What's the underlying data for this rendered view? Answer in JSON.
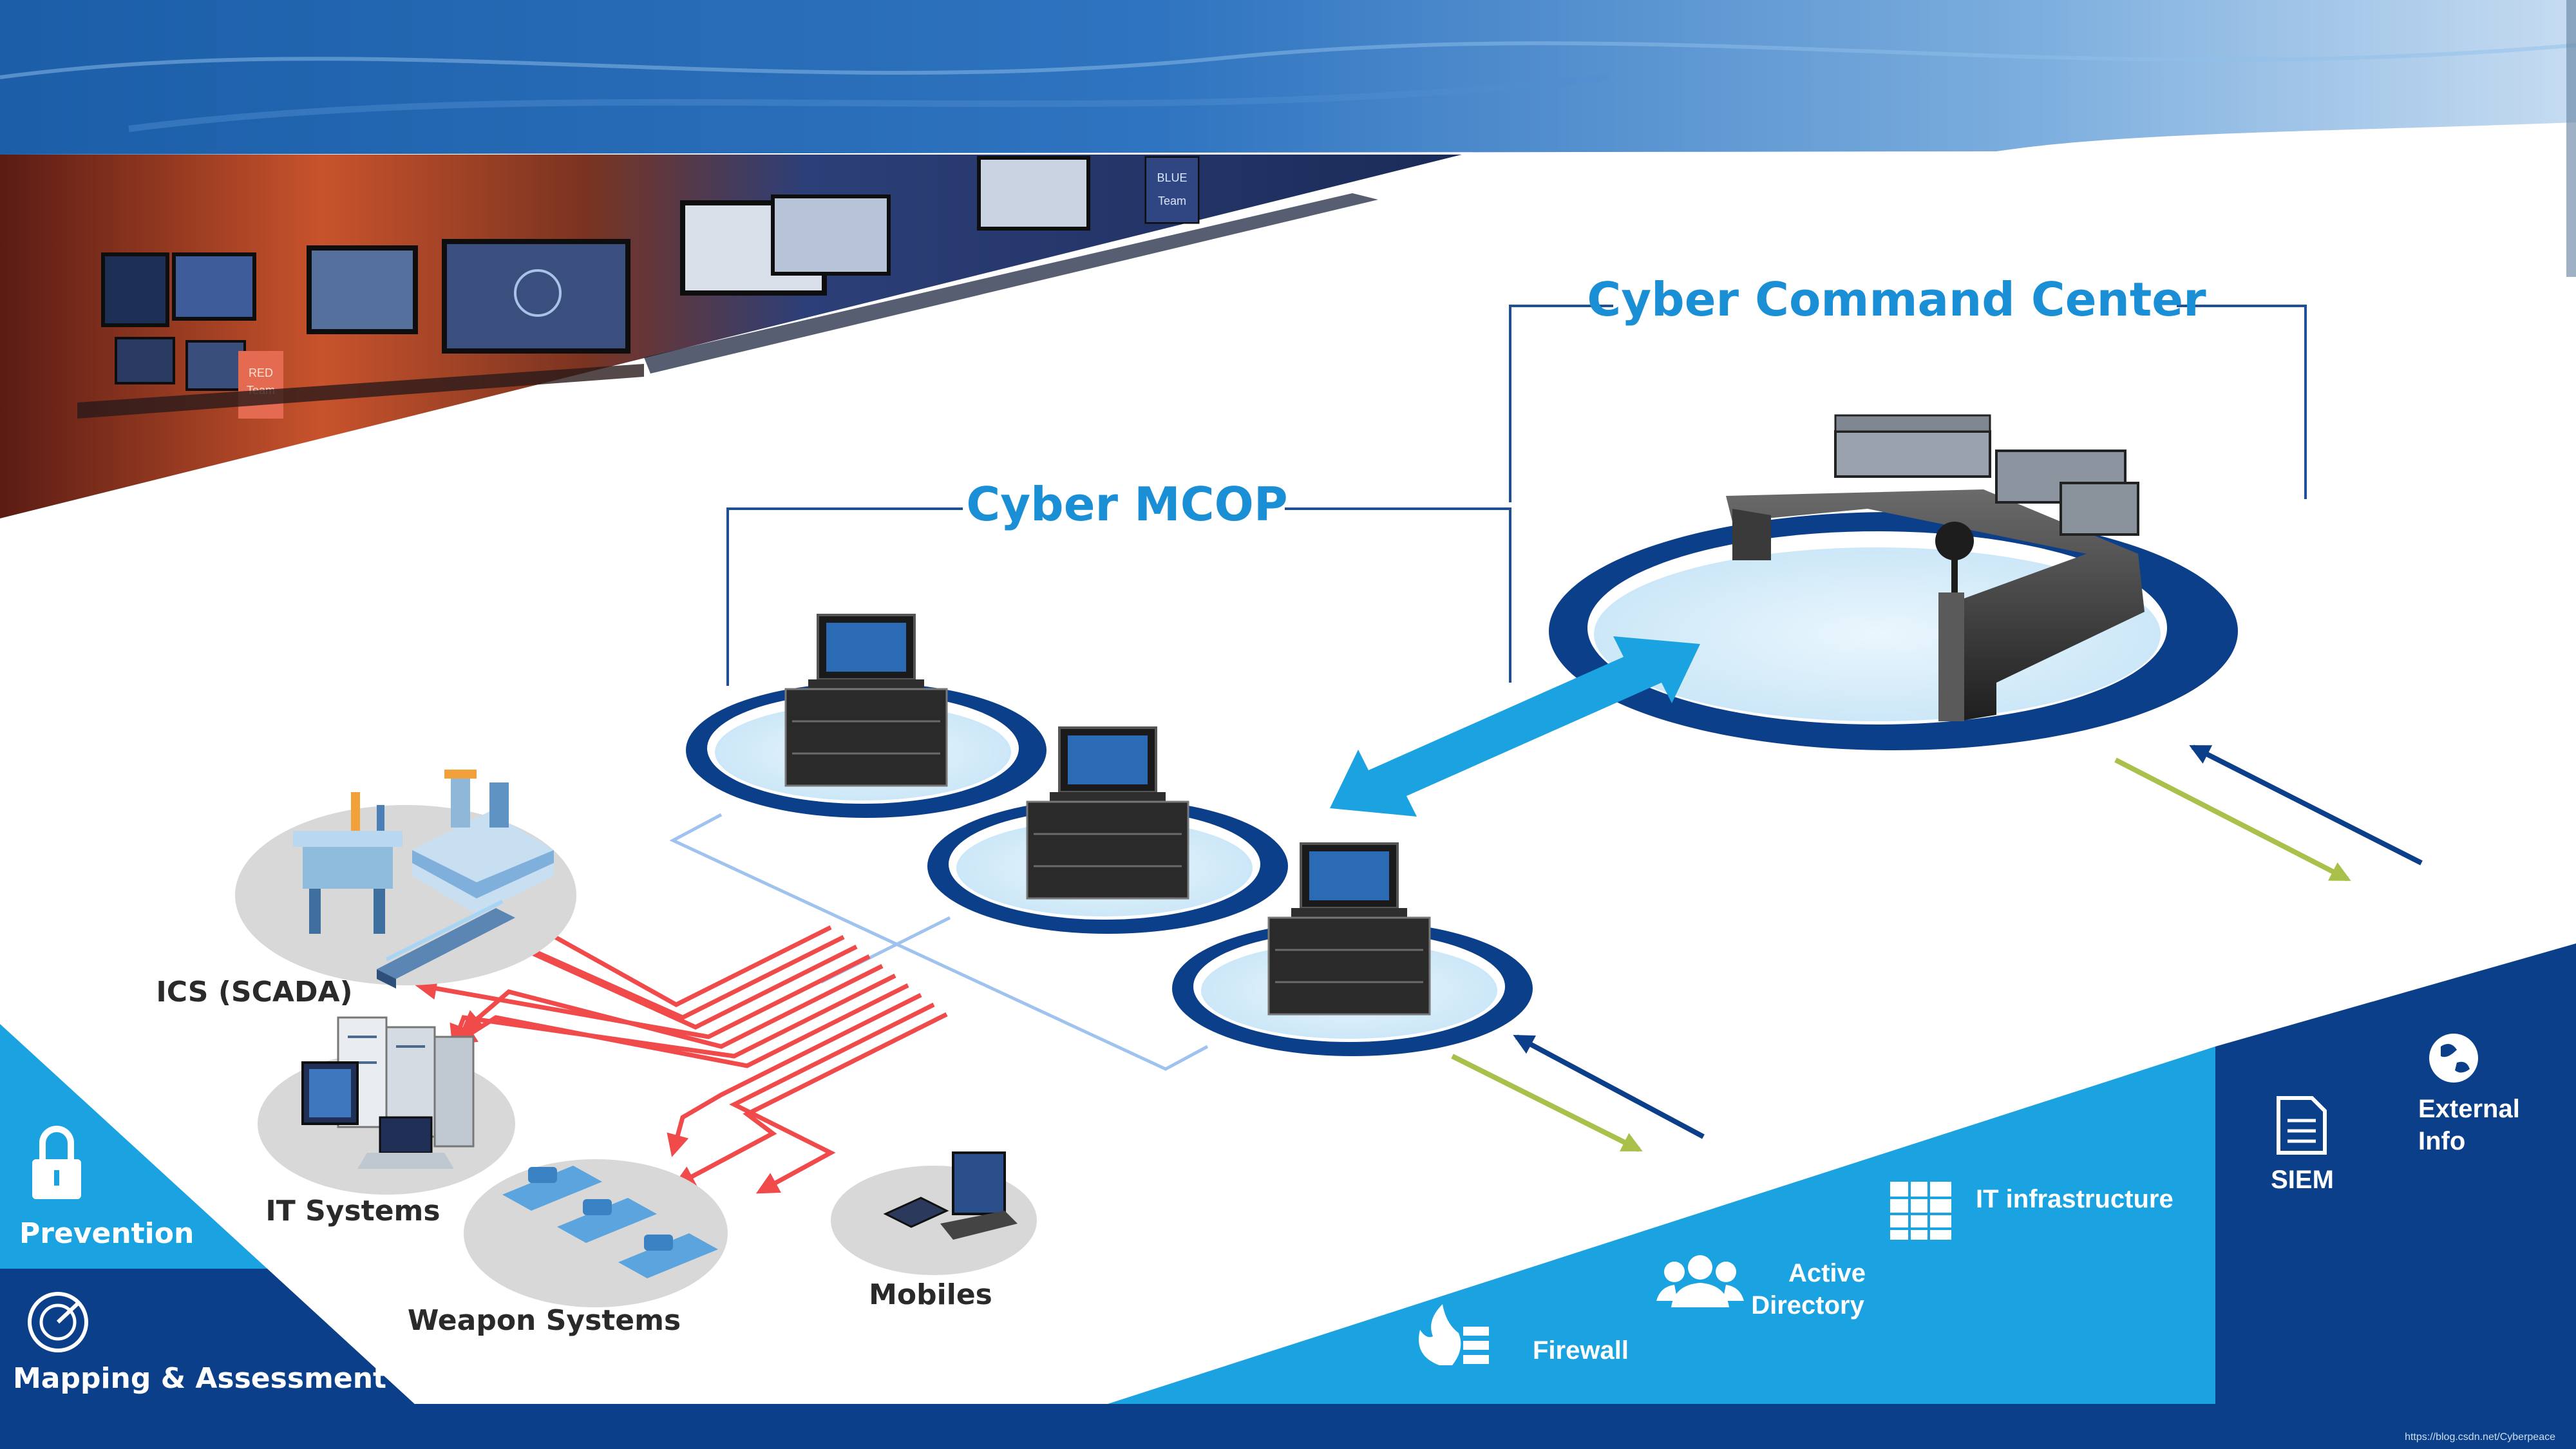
{
  "titles": {
    "command_center": "Cyber Command Center",
    "mcop": "Cyber MCOP"
  },
  "nodes": {
    "ics": "ICS (SCADA)",
    "it_systems": "IT Systems",
    "weapon_systems": "Weapon Systems",
    "mobiles": "Mobiles"
  },
  "left_panel": {
    "prevention": "Prevention",
    "mapping": "Mapping & Assessment"
  },
  "sources": {
    "external_info_line1": "External",
    "external_info_line2": "Info",
    "siem": "SIEM",
    "it_infrastructure": "IT infrastructure",
    "active_directory_line1": "Active",
    "active_directory_line2": "Directory",
    "firewall": "Firewall"
  },
  "photo_screens": {
    "red_team_line1": "RED",
    "red_team_line2": "Team",
    "blue_team_line1": "BLUE",
    "blue_team_line2": "Team"
  },
  "watermark": "https://blog.csdn.net/Cyberpeace",
  "colors": {
    "title_blue": "#1a8fd6",
    "navy": "#0c3f8a",
    "cyan": "#1aa3e0",
    "olive_arrow": "#a9c14b",
    "red_link": "#f04a4a",
    "light_link": "#9fc3ee",
    "platform_fill": "#d6ecf8"
  },
  "icons": [
    "lock-icon",
    "radar-icon",
    "globe-icon",
    "document-icon",
    "server-rack-icon",
    "users-icon",
    "firewall-icon",
    "laptop-icon",
    "tablet-icon",
    "tank-icon",
    "oil-rig-icon",
    "train-icon"
  ]
}
